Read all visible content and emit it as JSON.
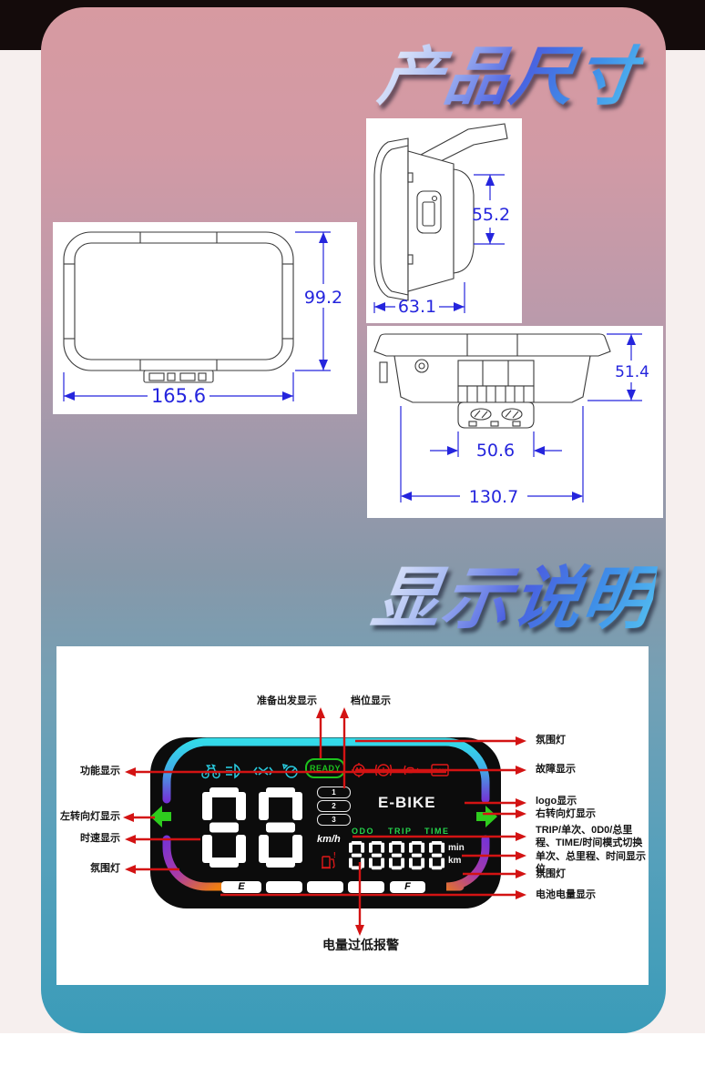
{
  "sections": {
    "size_title": "产品尺寸",
    "display_title": "显示说明"
  },
  "dimension_views": {
    "front": {
      "height": "99.2",
      "width": "165.6"
    },
    "side": {
      "height": "55.2",
      "depth": "63.1"
    },
    "bottom": {
      "height": "51.4",
      "bracket_width": "50.6",
      "width": "130.7"
    }
  },
  "screen": {
    "ready_badge": "READY",
    "logo": "E-BIKE",
    "speed_value": "88",
    "speed_unit": "km/h",
    "gear_options": [
      "1",
      "2",
      "3"
    ],
    "meter_labels": {
      "odo": "ODO",
      "trip": "TRIP",
      "time": "TIME"
    },
    "meter_value": "88888",
    "meter_units": {
      "minutes": "min",
      "distance": "km"
    },
    "battery_scale": {
      "empty": "E",
      "full": "F"
    },
    "controller_icon_text": "ECN",
    "icon_names": {
      "function_icons": [
        "bicycle-icon",
        "headlight-icon",
        "cross-mark-icon",
        "cruise-icon"
      ],
      "fault_icons": [
        "motor-fault-icon",
        "brake-fault-icon",
        "throttle-fault-icon",
        "controller-fault-icon"
      ],
      "alarm_icon": "fuel-low-icon",
      "turn_arrows": [
        "left-turn-arrow",
        "right-turn-arrow"
      ]
    }
  },
  "annotations": {
    "left": [
      {
        "label": "功能显示"
      },
      {
        "label": "左转向灯显示"
      },
      {
        "label": "时速显示"
      },
      {
        "label": "氛围灯"
      }
    ],
    "top": [
      {
        "label": "准备出发显示"
      },
      {
        "label": "档位显示"
      }
    ],
    "right": [
      {
        "label": "氛围灯"
      },
      {
        "label": "故障显示"
      },
      {
        "label": "logo显示"
      },
      {
        "label": "右转向灯显示"
      },
      {
        "label": "TRIP/单次、0D0/总里程、TIME/时间模式切换"
      },
      {
        "label": "单次、总里程、时间显示位"
      },
      {
        "label": "氛围灯"
      },
      {
        "label": "电池电量显示"
      }
    ],
    "bottom": [
      {
        "label": "电量过低报警"
      }
    ]
  },
  "colors": {
    "annotation_red": "#d31313",
    "dimension_blue": "#2525dd",
    "arc_cyan": "#33dbe9",
    "arc_purple": "#7433d6",
    "arc_orange": "#ef7e12",
    "turn_green": "#2ecc1e",
    "ready_green": "#1dc31d",
    "function_cyan": "#29c9dd",
    "fault_red": "#e01818",
    "meter_green": "#25d44b",
    "card_top": "#d79aa1",
    "card_bottom": "#3a9cb9"
  }
}
